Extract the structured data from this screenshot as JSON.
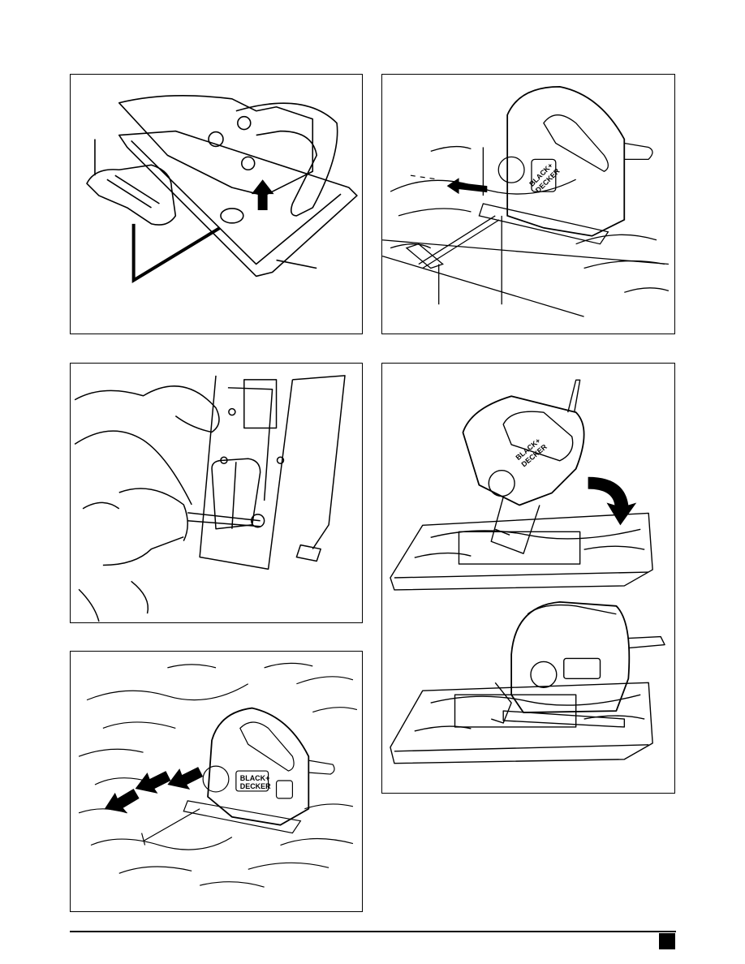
{
  "brand": {
    "line1": "BLACK+",
    "line2": "DECKER"
  },
  "colors": {
    "ink": "#000000",
    "paper": "#ffffff"
  },
  "panels": [
    {
      "name": "fig-A",
      "content": "saw shoe with dust extraction adapter and upward arrow"
    },
    {
      "name": "fig-B",
      "content": "jigsaw on wood moving along rip fence"
    },
    {
      "name": "fig-C",
      "content": "hands fitting blade with hex key"
    },
    {
      "name": "fig-D",
      "content": "plunge cut: jigsaw tilted then level on board"
    },
    {
      "name": "fig-E",
      "content": "jigsaw cutting wood with three arrows"
    }
  ]
}
